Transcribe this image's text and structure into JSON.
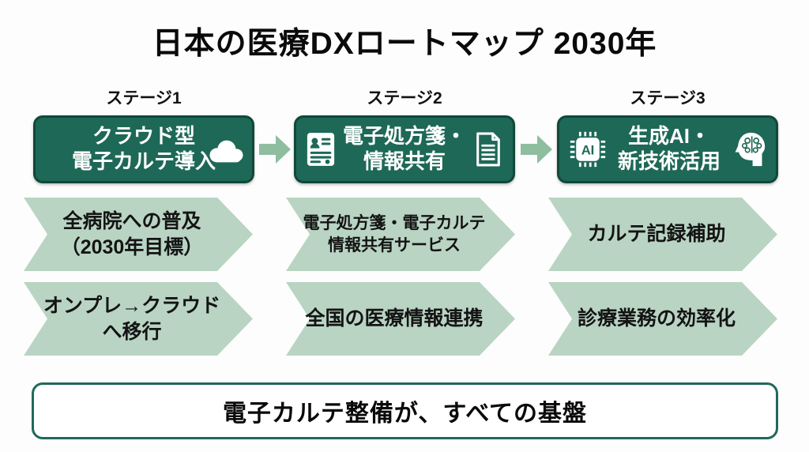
{
  "title": "日本の医療DXロートマップ 2030年",
  "footer": "電子カルテ整備が、すべての基盤",
  "colors": {
    "stage_box_fill": "#1e6857",
    "stage_box_border": "#10483a",
    "chevron_fill": "#b9d4c3",
    "connector_arrow_fill": "#8fbda0",
    "footer_border": "#20695a",
    "text_dark": "#141414",
    "text_white": "#ffffff"
  },
  "icons": {
    "stage1_box": "cloud-icon",
    "stage2_box_left": "patient-record-icon",
    "stage2_box_right": "document-icon",
    "stage3_box_left": "ai-chip-icon",
    "stage3_box_right": "head-brain-icon",
    "connector": "arrow-right-icon",
    "ai_chip_text": "AI"
  },
  "stages": [
    {
      "label": "ステージ1",
      "box_lines": [
        "クラウド型",
        "電子カルテ導入"
      ],
      "row1_lines": [
        "全病院への普及",
        "（2030年目標）"
      ],
      "row2_lines": [
        "オンプレ→クラウド",
        "へ移行"
      ]
    },
    {
      "label": "ステージ2",
      "box_lines": [
        "電子処方箋・",
        "情報共有"
      ],
      "row1_lines": [
        "電子処方箋・電子カルテ",
        "情報共有サービス"
      ],
      "row2_lines": [
        "全国の医療情報連携"
      ]
    },
    {
      "label": "ステージ3",
      "box_lines": [
        "生成AI・",
        "新技術活用"
      ],
      "row1_lines": [
        "カルテ記録補助"
      ],
      "row2_lines": [
        "診療業務の効率化"
      ]
    }
  ]
}
